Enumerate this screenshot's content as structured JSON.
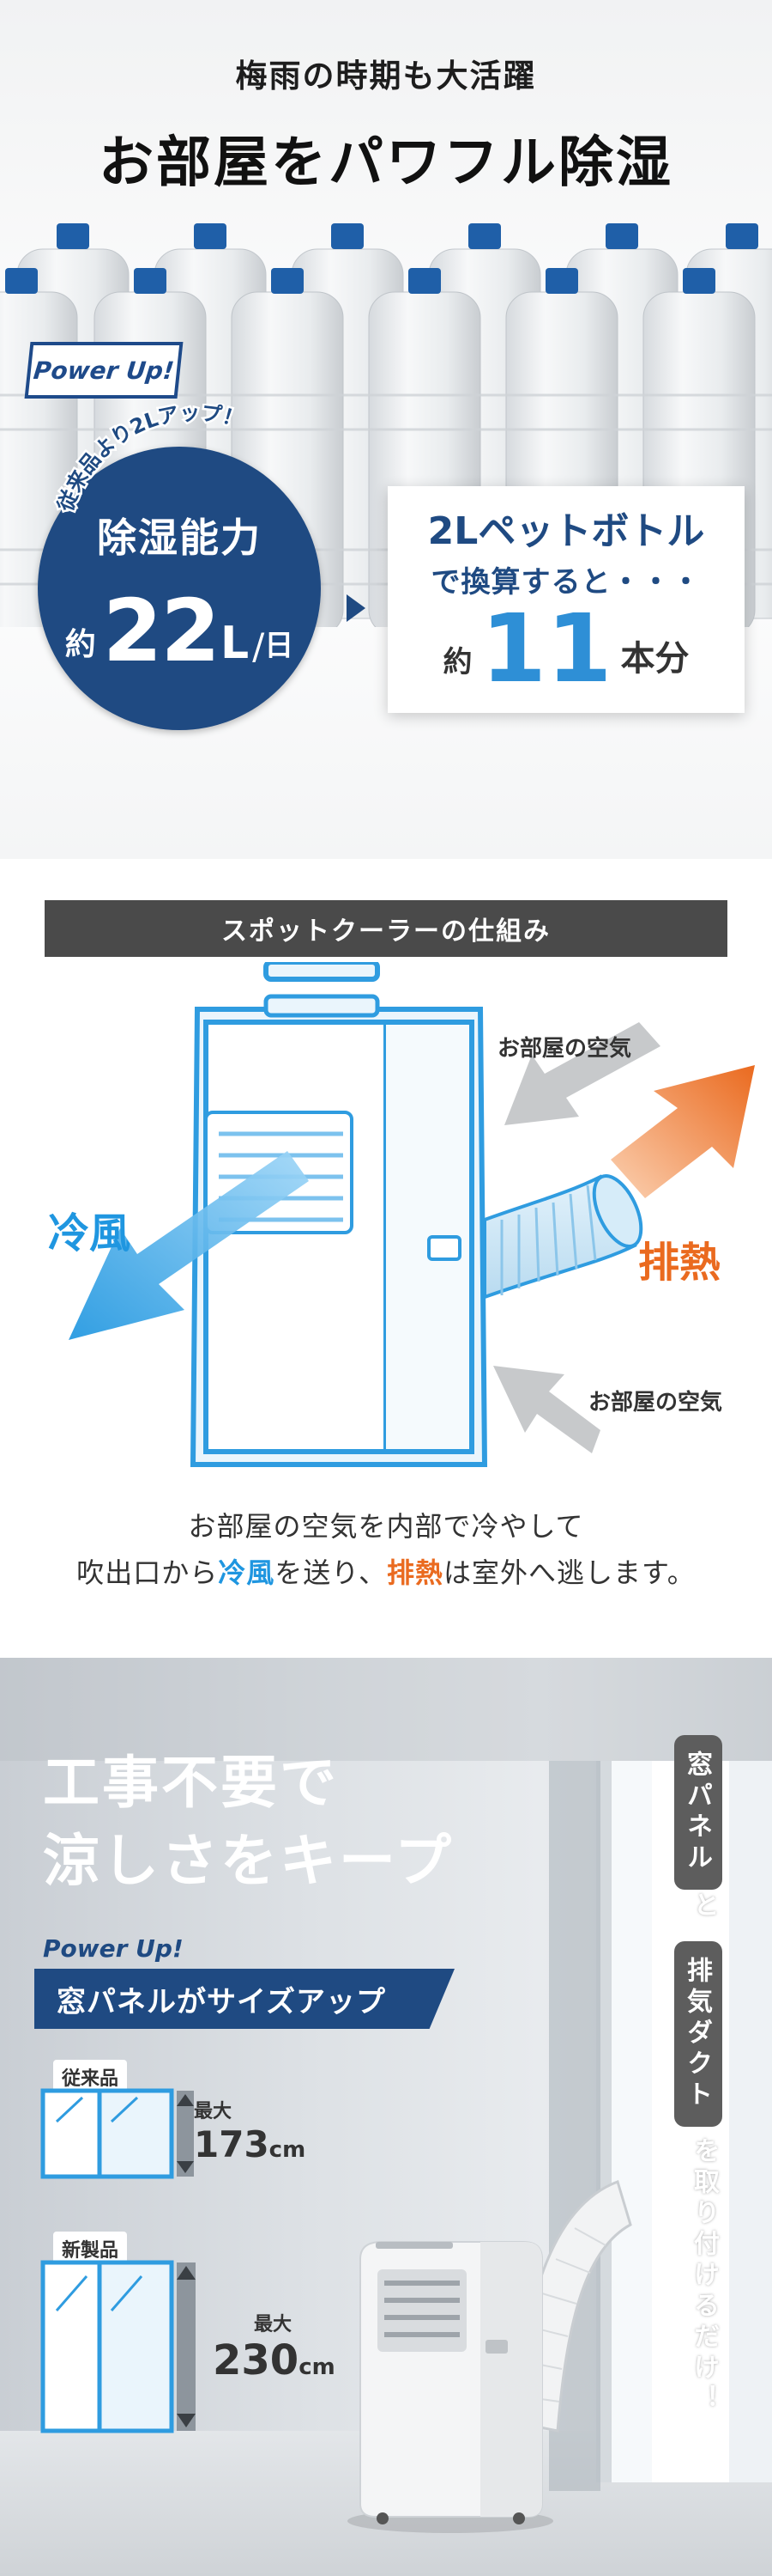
{
  "section1": {
    "subtitle": "梅雨の時期も大活躍",
    "title": "お部屋をパワフル除湿",
    "power_badge": "Power Up!",
    "arc_text": "従来品より2Lアップ！",
    "circle_title": "除湿能力",
    "circle_prefix": "約",
    "circle_number": "22",
    "circle_unit": "L",
    "circle_slash": "/",
    "circle_per": "日",
    "conversion_line1": "2Lペットボトル",
    "conversion_line2": "で換算すると・・・",
    "conversion_prefix": "約",
    "conversion_number": "11",
    "conversion_suffix": "本分"
  },
  "section2": {
    "banner": "スポットクーラーの仕組み",
    "room_air_top": "お部屋の空気",
    "room_air_bottom": "お部屋の空気",
    "cool_air": "冷風",
    "exhaust_heat": "排熱",
    "desc_line1": "お部屋の空気を内部で冷やして",
    "desc_line2_a": "吹出口から",
    "desc_line2_cool": "冷風",
    "desc_line2_b": "を送り、",
    "desc_line2_heat": "排熱",
    "desc_line2_c": "は室外へ逃します。"
  },
  "section3": {
    "title_line1": "工事不要で",
    "title_line2": "涼しさをキープ",
    "power_up": "Power Up!",
    "banner": "窓パネルがサイズアップ",
    "old_tag": "従来品",
    "new_tag": "新製品",
    "old_max_label": "最大",
    "old_max_value": "173",
    "old_max_unit": "cm",
    "new_max_label": "最大",
    "new_max_value": "230",
    "new_max_unit": "cm",
    "pill1": "窓パネル",
    "and": "と",
    "pill2": "排気ダクト",
    "trailing": "を取り付けるだけ！"
  },
  "colors": {
    "navy": "#1f4a82",
    "cool_blue": "#1f96e0",
    "heat_orange": "#ea6a1f",
    "banner_gray": "#4a4a4a"
  }
}
